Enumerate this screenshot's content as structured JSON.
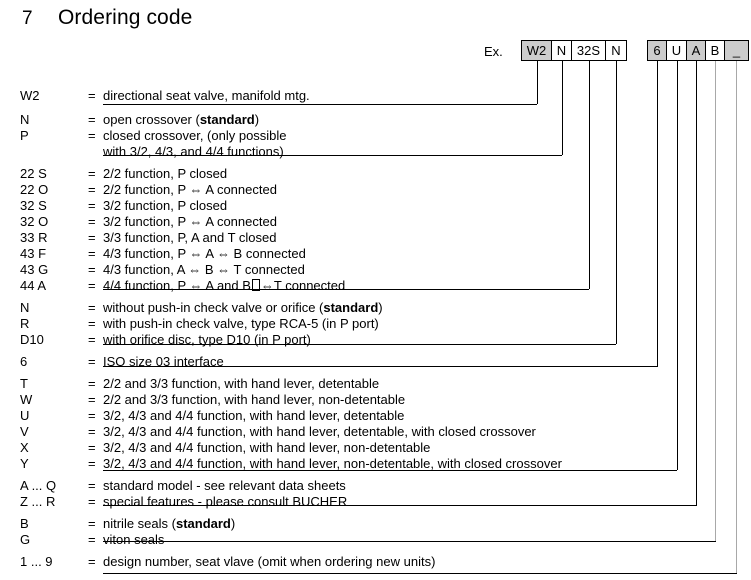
{
  "heading": {
    "number": "7",
    "title": "Ordering code"
  },
  "example": {
    "label": "Ex.",
    "group_a": [
      {
        "text": "W2",
        "shaded": true,
        "width": 30
      },
      {
        "text": "N",
        "shaded": false,
        "width": 20
      },
      {
        "text": "32S",
        "shaded": false,
        "width": 34
      },
      {
        "text": "N",
        "shaded": false,
        "width": 20
      }
    ],
    "group_b": [
      {
        "text": "6",
        "shaded": true,
        "width": 19
      },
      {
        "text": "U",
        "shaded": false,
        "width": 20
      },
      {
        "text": "A",
        "shaded": true,
        "width": 19
      },
      {
        "text": "B",
        "shaded": false,
        "width": 19
      },
      {
        "text": "_",
        "shaded": true,
        "width": 23
      }
    ]
  },
  "sections": [
    {
      "name": "valve-type",
      "entries": [
        {
          "code": "W2",
          "desc": "directional seat valve, manifold mtg."
        }
      ]
    },
    {
      "name": "crossover",
      "entries": [
        {
          "code": "N",
          "desc": "open crossover (",
          "bold": "standard",
          "desc_tail": ")"
        },
        {
          "code": "P",
          "desc": "closed crossover, (only possible",
          "cont": "with 3/2, 4/3, and 4/4 functions)"
        }
      ]
    },
    {
      "name": "function",
      "entries": [
        {
          "code": "22 S",
          "desc": "2/2 function, P closed"
        },
        {
          "code": "22 O",
          "desc": "2/2 function, P ⇔ A connected"
        },
        {
          "code": "32 S",
          "desc": "3/2 function, P closed"
        },
        {
          "code": "32 O",
          "desc": "3/2 function, P ⇔ A connected"
        },
        {
          "code": "33 R",
          "desc": "3/3 function, P, A and T closed"
        },
        {
          "code": "43 F",
          "desc": "4/3 function, P ⇔ A ⇔ B connected"
        },
        {
          "code": "43 G",
          "desc": "4/3 function, A ⇔ B ⇔ T connected"
        },
        {
          "code": "44 A",
          "desc": "4/4 function, P ⇔ A and B",
          "tofu": true,
          "desc_tail": "⇔T connected"
        }
      ]
    },
    {
      "name": "check-valve-orifice",
      "entries": [
        {
          "code": "N",
          "desc": "without push-in check valve or orifice (",
          "bold": "standard",
          "desc_tail": ")"
        },
        {
          "code": "R",
          "desc": "with push-in check valve, type RCA-5 (in P port)"
        },
        {
          "code": "D10",
          "desc": "with orifice disc, type D10 (in P port)"
        }
      ]
    },
    {
      "name": "interface-size",
      "entries": [
        {
          "code": "6",
          "desc": "ISO size 03 interface"
        }
      ]
    },
    {
      "name": "actuation",
      "entries": [
        {
          "code": "T",
          "desc": "2/2 and 3/3 function, with hand lever, detentable"
        },
        {
          "code": "W",
          "desc": "2/2 and 3/3 function, with hand lever, non-detentable"
        },
        {
          "code": "U",
          "desc": "3/2, 4/3 and 4/4 function, with hand lever, detentable"
        },
        {
          "code": "V",
          "desc": "3/2, 4/3 and 4/4 function, with hand lever, detentable, with closed crossover"
        },
        {
          "code": "X",
          "desc": "3/2, 4/3 and 4/4 function, with hand lever, non-detentable"
        },
        {
          "code": "Y",
          "desc": "3/2, 4/3 and 4/4 function, with hand lever, non-detentable, with closed crossover"
        }
      ]
    },
    {
      "name": "model",
      "entries": [
        {
          "code": "A ... Q",
          "desc": "standard model - see relevant data sheets"
        },
        {
          "code": "Z ... R",
          "desc": "special features - please consult BUCHER"
        }
      ]
    },
    {
      "name": "seals",
      "entries": [
        {
          "code": "B",
          "desc": "nitrile seals (",
          "bold": "standard",
          "desc_tail": ")"
        },
        {
          "code": "G",
          "desc": "viton seals"
        }
      ]
    },
    {
      "name": "design-number",
      "entries": [
        {
          "code": "1 ... 9",
          "desc": "design number, seat vlave (omit when ordering new units)"
        }
      ]
    }
  ],
  "colors": {
    "shaded_box": "#cccccc",
    "line": "#000000",
    "line_light": "#a8a8a8",
    "text": "#000000",
    "background": "#ffffff"
  }
}
